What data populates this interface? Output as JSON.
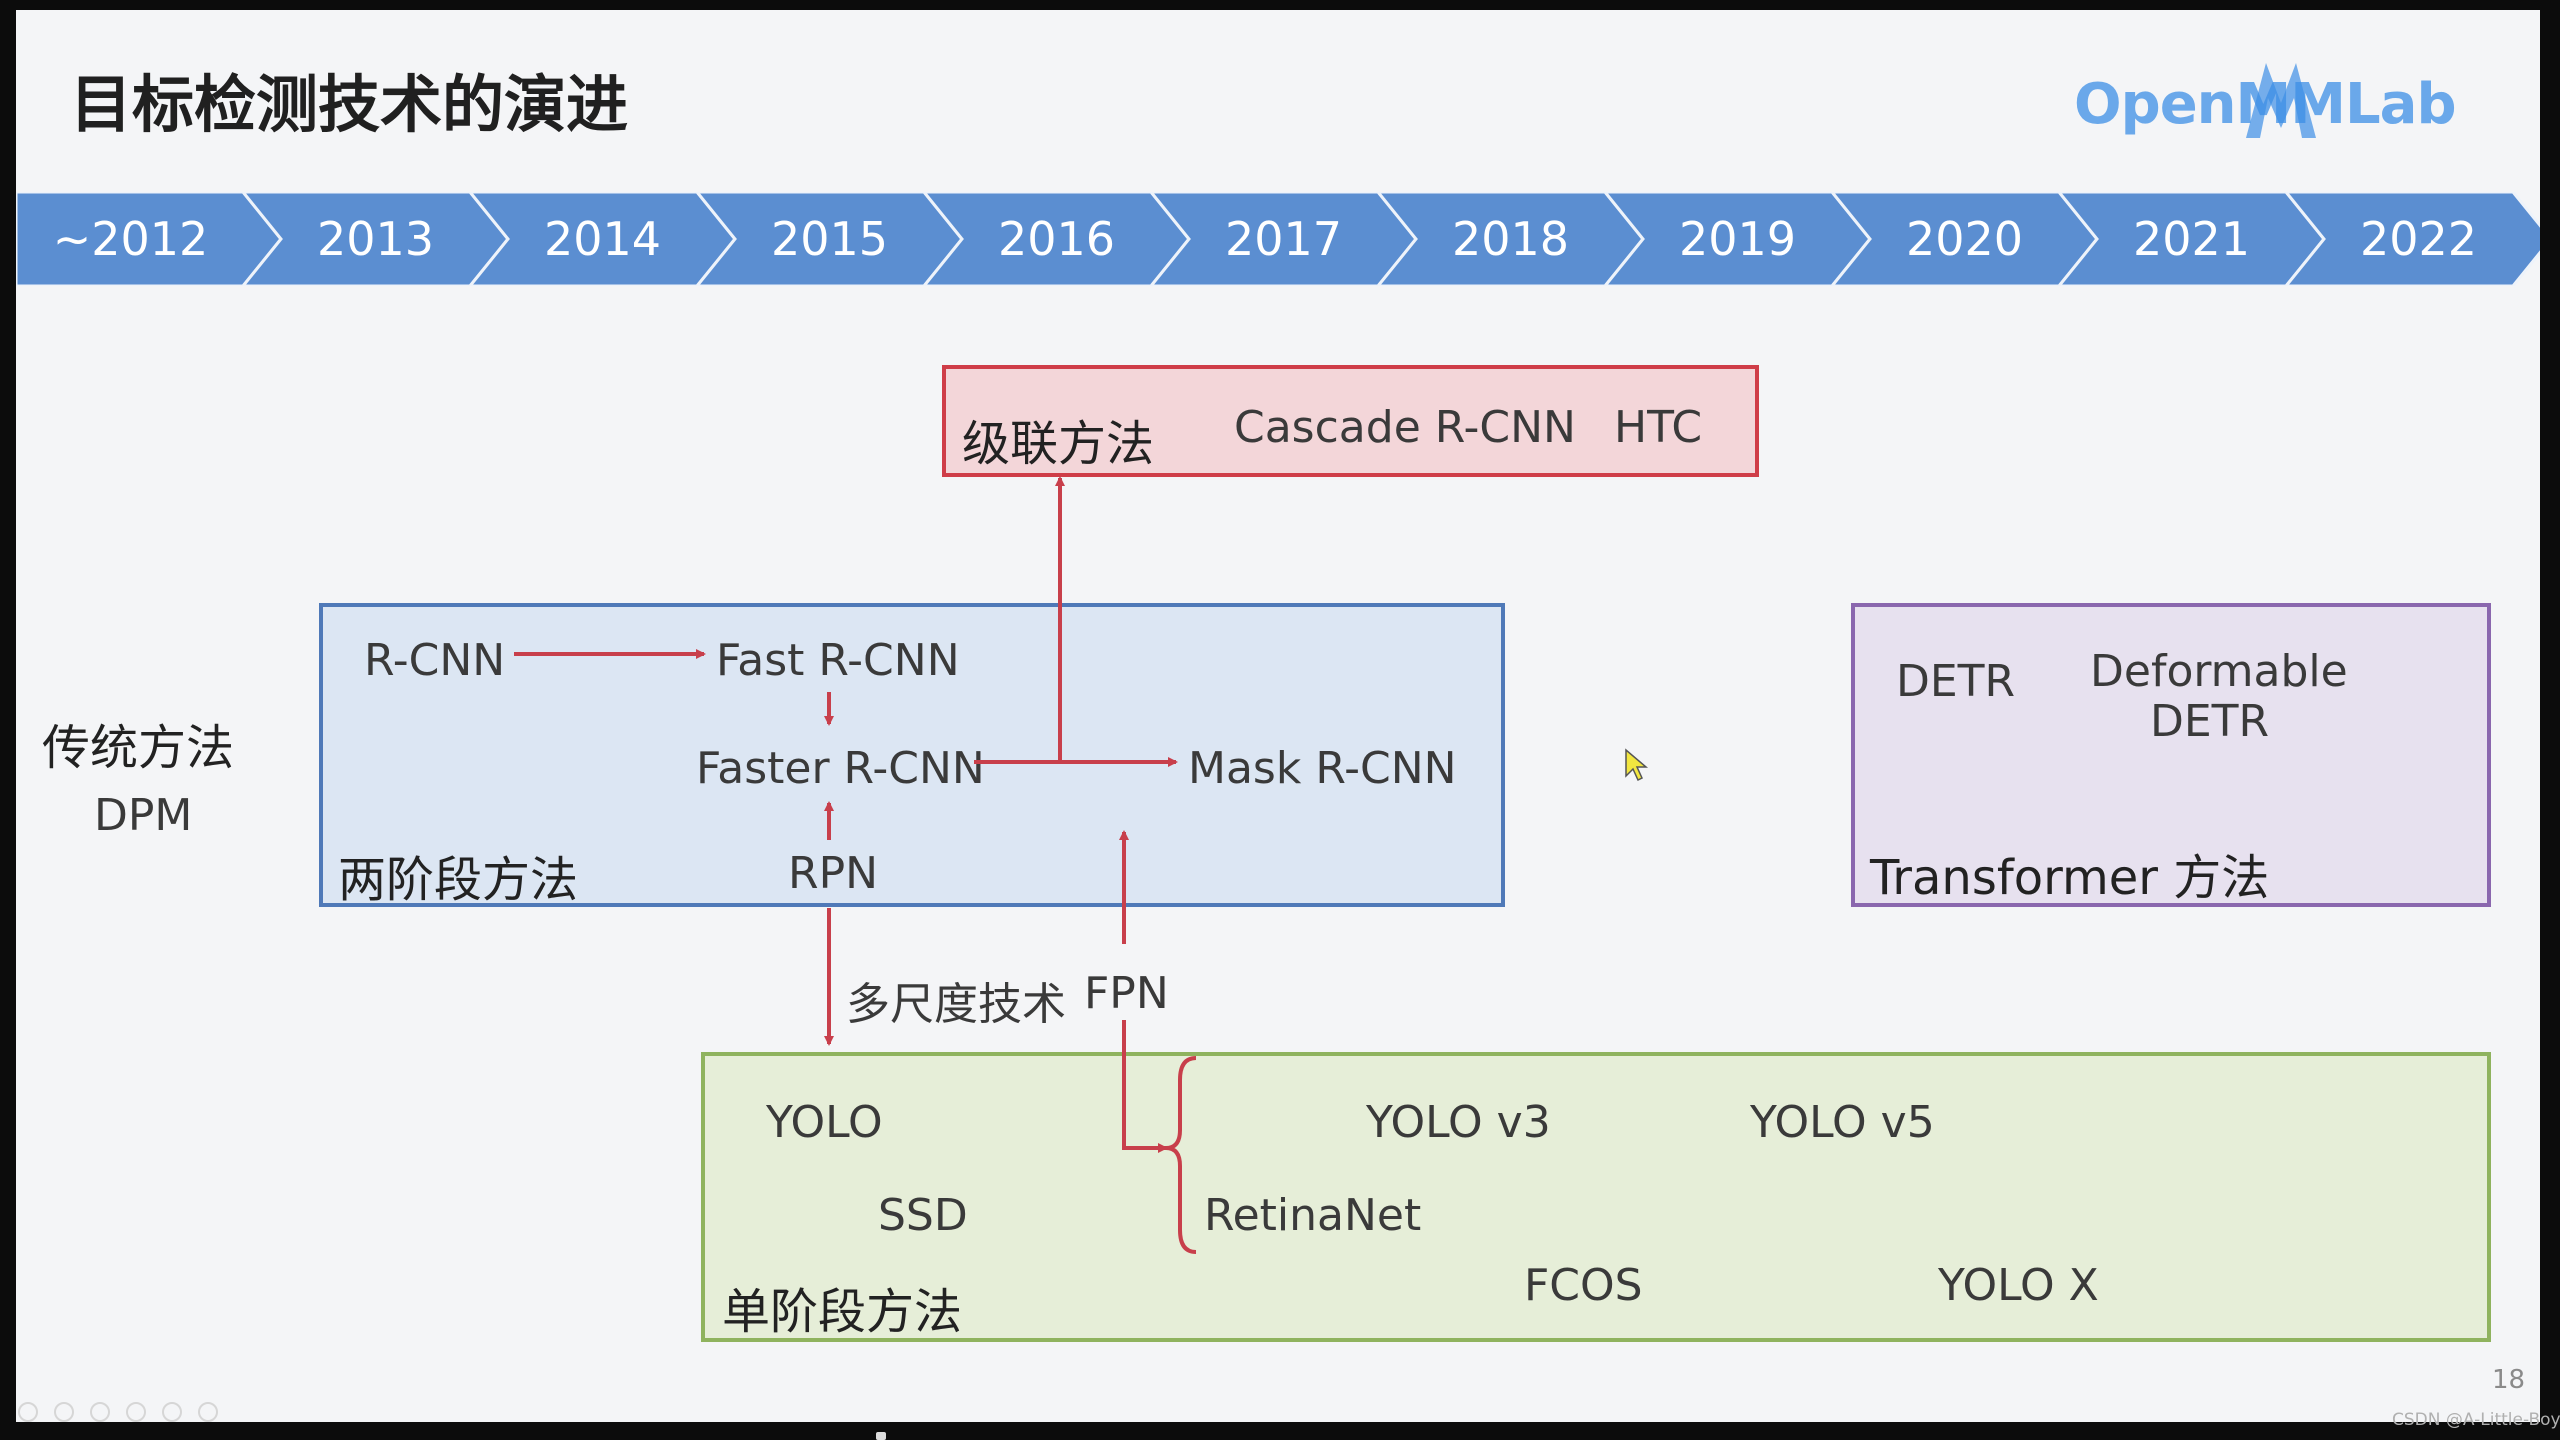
{
  "slide": {
    "title": "目标检测技术的演进",
    "logo_text": "OpenMMLab",
    "page_number": "18",
    "watermark": "CSDN @A-Little-Boy"
  },
  "timeline": {
    "years": [
      "~2012",
      "2013",
      "2014",
      "2015",
      "2016",
      "2017",
      "2018",
      "2019",
      "2020",
      "2021",
      "2022"
    ],
    "color": "#5b8ed1"
  },
  "traditional": {
    "label": "传统方法",
    "method": "DPM"
  },
  "cascade": {
    "label": "级联方法",
    "methods": [
      "Cascade R-CNN",
      "HTC"
    ]
  },
  "two_stage": {
    "label": "两阶段方法",
    "rcnn": "R-CNN",
    "fast_rcnn": "Fast R-CNN",
    "faster_rcnn": "Faster R-CNN",
    "mask_rcnn": "Mask R-CNN",
    "rpn": "RPN"
  },
  "multiscale": {
    "label": "多尺度技术",
    "fpn": "FPN"
  },
  "transformer": {
    "label": "Transformer 方法",
    "detr": "DETR",
    "deformable_line1": "Deformable",
    "deformable_line2": "DETR"
  },
  "one_stage": {
    "label": "单阶段方法",
    "yolo": "YOLO",
    "ssd": "SSD",
    "retinanet": "RetinaNet",
    "yolo_v3": "YOLO v3",
    "yolo_v5": "YOLO v5",
    "fcos": "FCOS",
    "yolo_x": "YOLO X"
  },
  "colors": {
    "arrow": "#c83f4b",
    "cascade_fill": "#f3d6d9",
    "two_stage_fill": "#dce6f3",
    "transformer_fill": "#e7e1ef",
    "one_stage_fill": "#e6eed8"
  }
}
